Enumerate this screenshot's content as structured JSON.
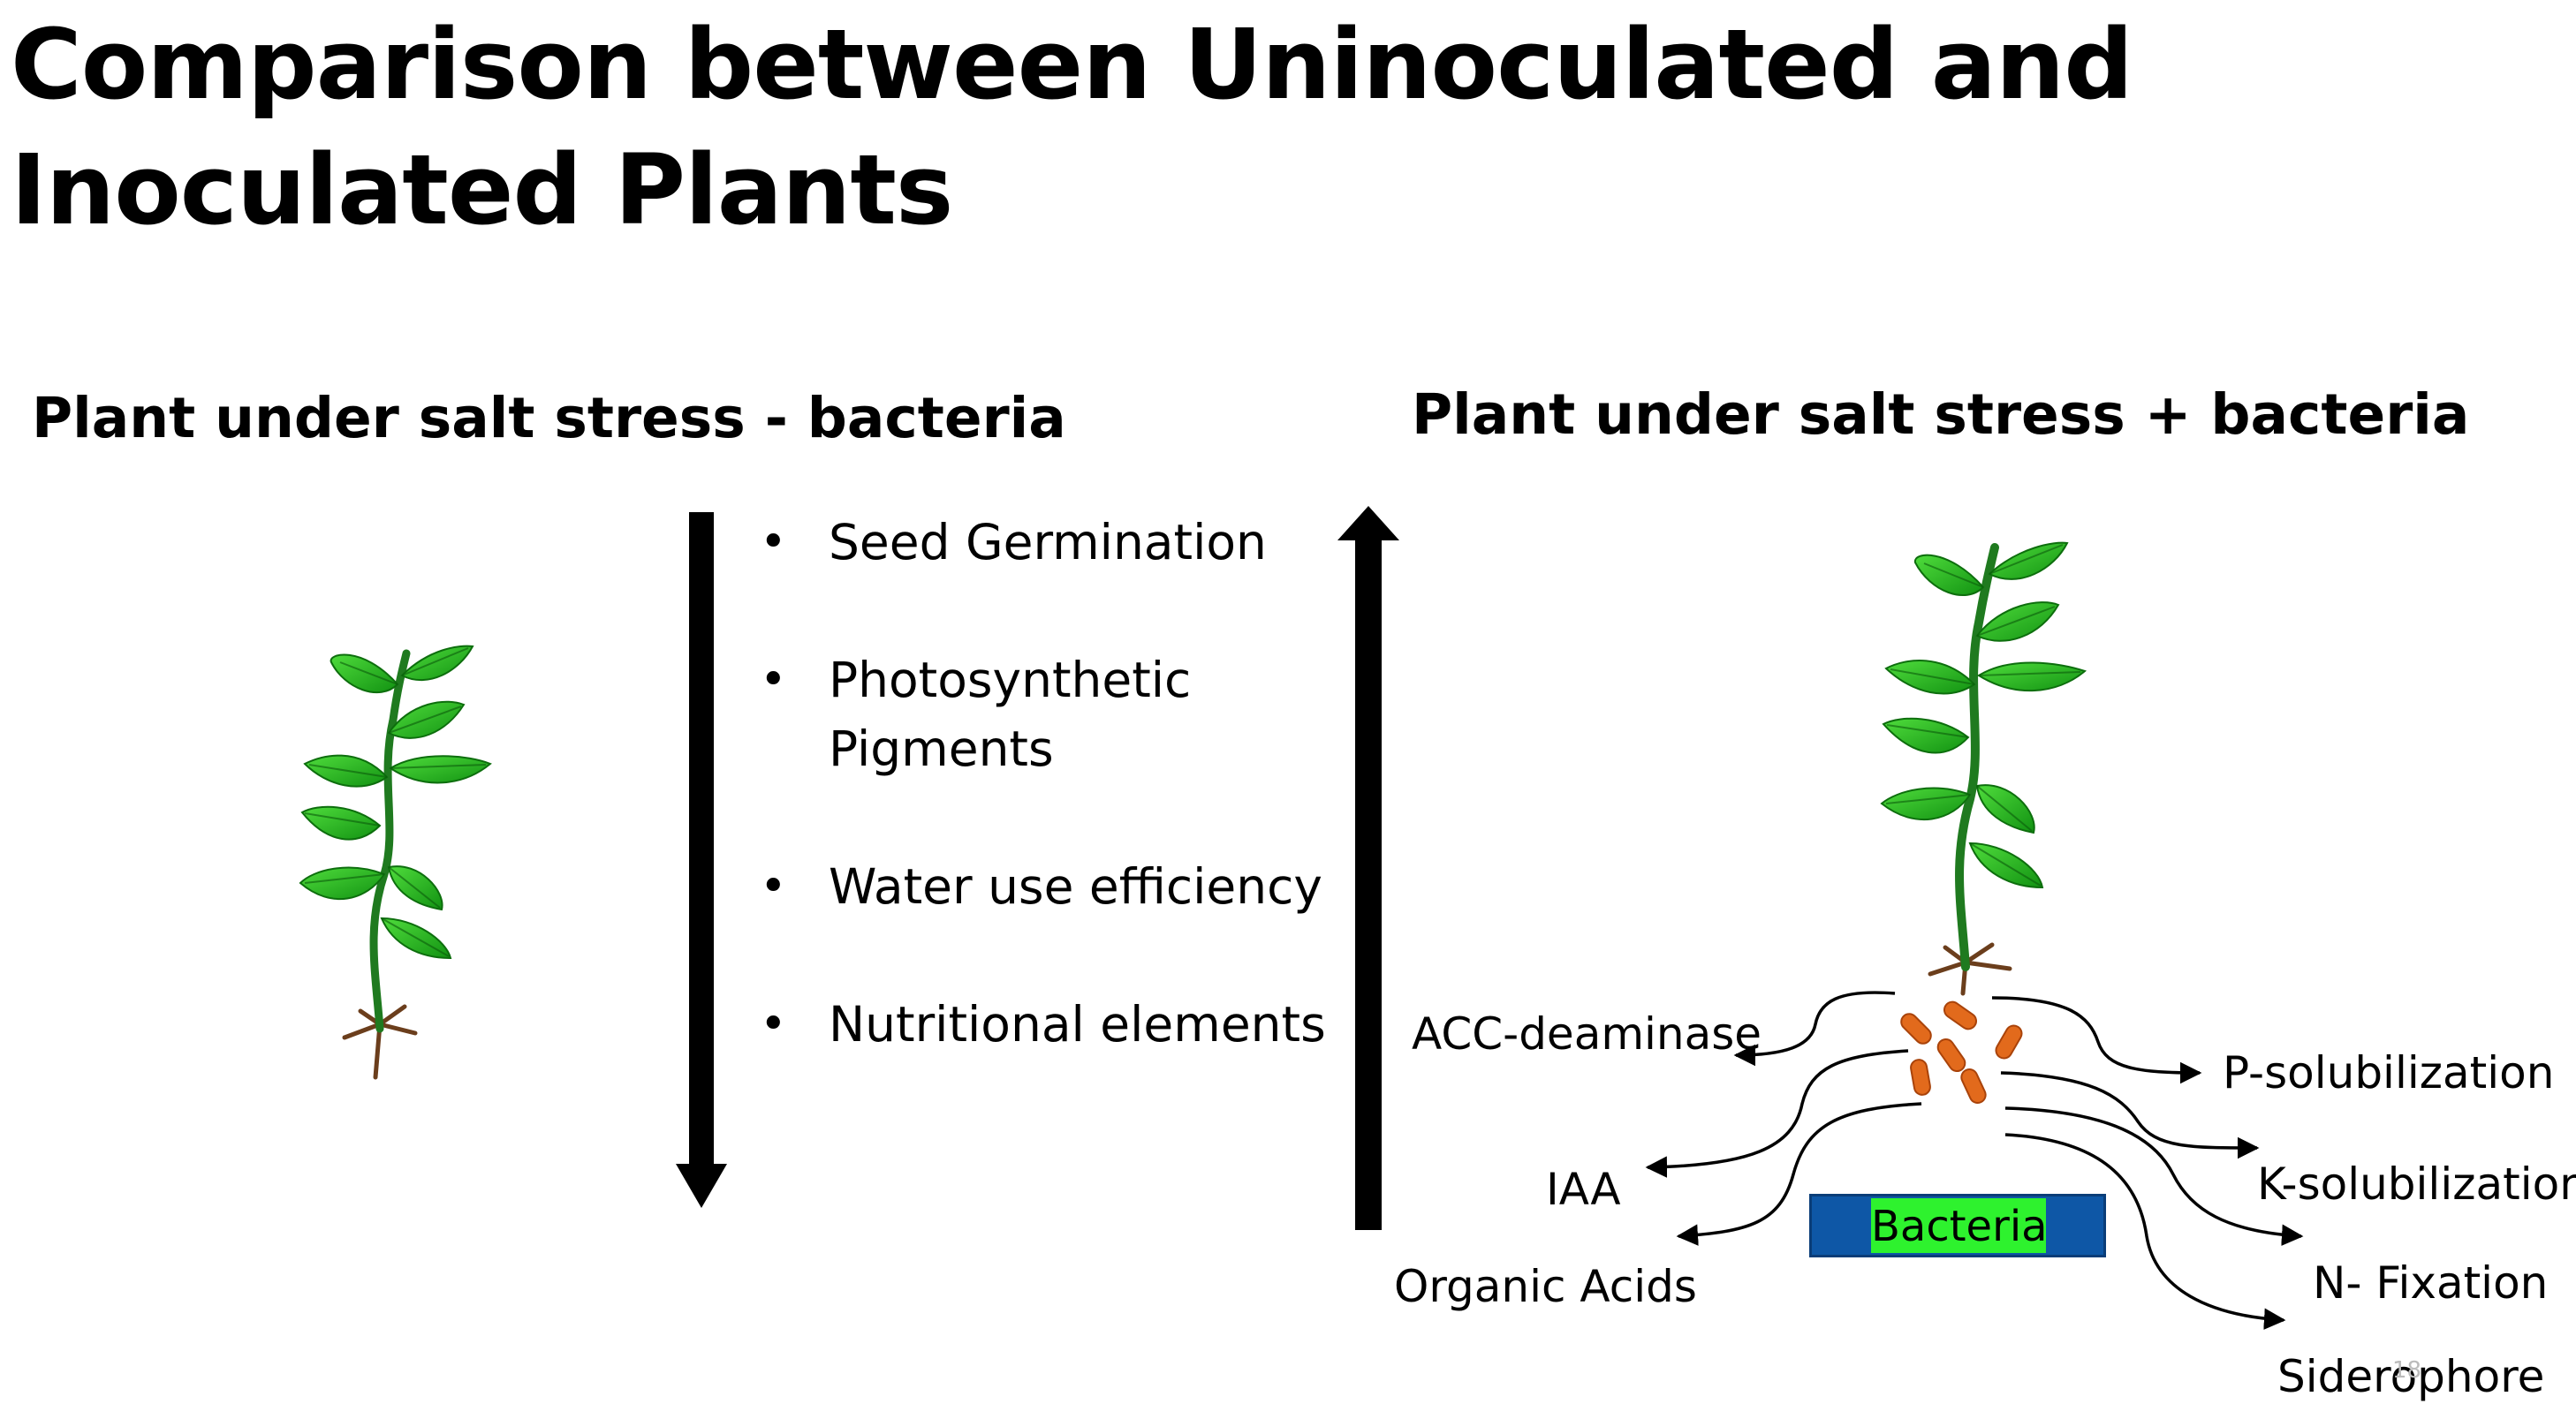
{
  "title": "Comparison between Uninoculated and Inoculated Plants",
  "left_panel": {
    "heading": "Plant under salt stress - bacteria"
  },
  "right_panel": {
    "heading": "Plant under salt stress + bacteria"
  },
  "bullets": [
    "Seed Germination",
    "Photosynthetic Pigments",
    "Water use efficiency",
    "Nutritional elements"
  ],
  "mechanisms": {
    "acc": "ACC-deaminase",
    "iaa": "IAA",
    "organic_acids": "Organic Acids",
    "p_sol": "P-solubilization",
    "k_sol": "K-solubilization",
    "n_fix": "N- Fixation",
    "siderophore": "Siderophore"
  },
  "bacteria_label": "Bacteria",
  "page_number": "18",
  "colors": {
    "leaf": "#22b822",
    "leaf_dark": "#138a13",
    "stem": "#1f7a1f",
    "root": "#6b3e1c",
    "bacterium": "#e26a1c",
    "bacteria_box": "#0e57a6",
    "bacteria_label_bg": "#2ef22e"
  },
  "icons": {
    "plant": "plant-icon",
    "bacterium": "bacterium-icon"
  }
}
